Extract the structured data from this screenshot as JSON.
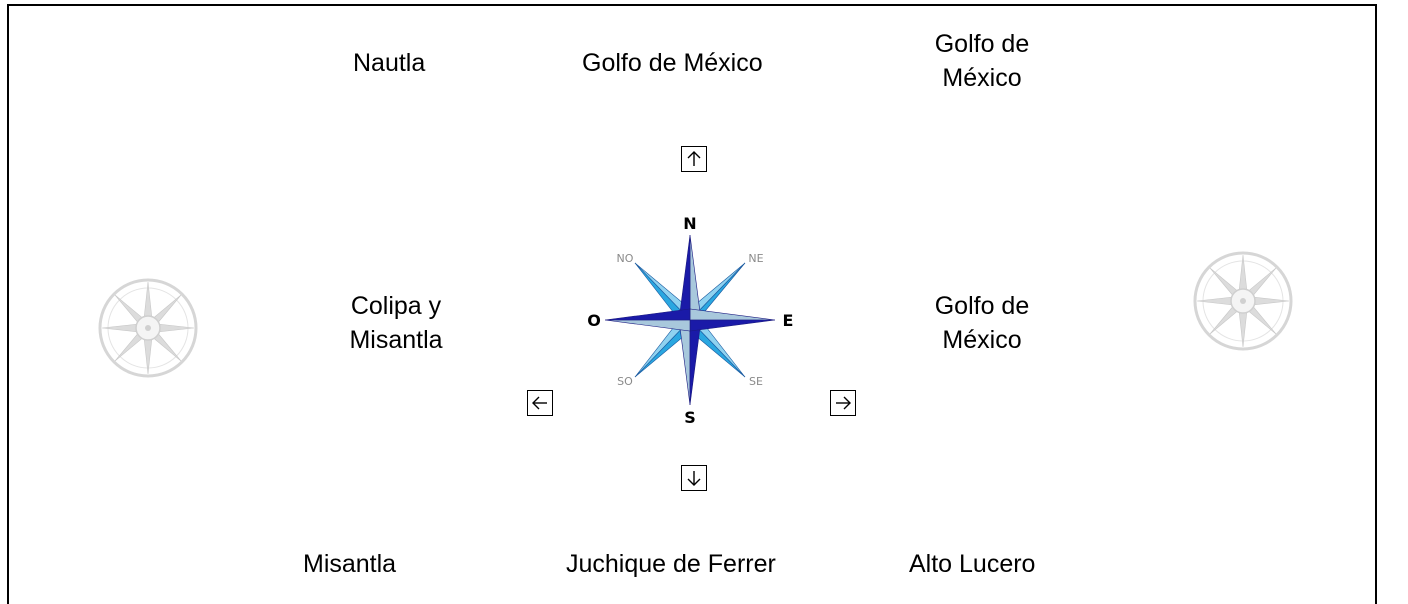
{
  "places": {
    "northwest": "Nautla",
    "north": "Golfo de México",
    "northeast": [
      "Golfo de",
      "México"
    ],
    "west": [
      "Colipa y",
      "Misantla"
    ],
    "east": [
      "Golfo de",
      "México"
    ],
    "southwest": "Misantla",
    "south": "Juchique de Ferrer",
    "southeast": "Alto Lucero"
  },
  "compass": {
    "n": "N",
    "s": "S",
    "e": "E",
    "w": "O",
    "ne": "NE",
    "nw": "NO",
    "se": "SE",
    "sw": "SO"
  },
  "colors": {
    "dark_blue": "#1a1aa8",
    "light_blue": "#2aa7e0",
    "pale_blue": "#a8c8dc",
    "faint_gray": "#d6d6d6"
  },
  "icons": {
    "up": "arrow-up-icon",
    "down": "arrow-down-icon",
    "left": "arrow-left-icon",
    "right": "arrow-right-icon"
  }
}
